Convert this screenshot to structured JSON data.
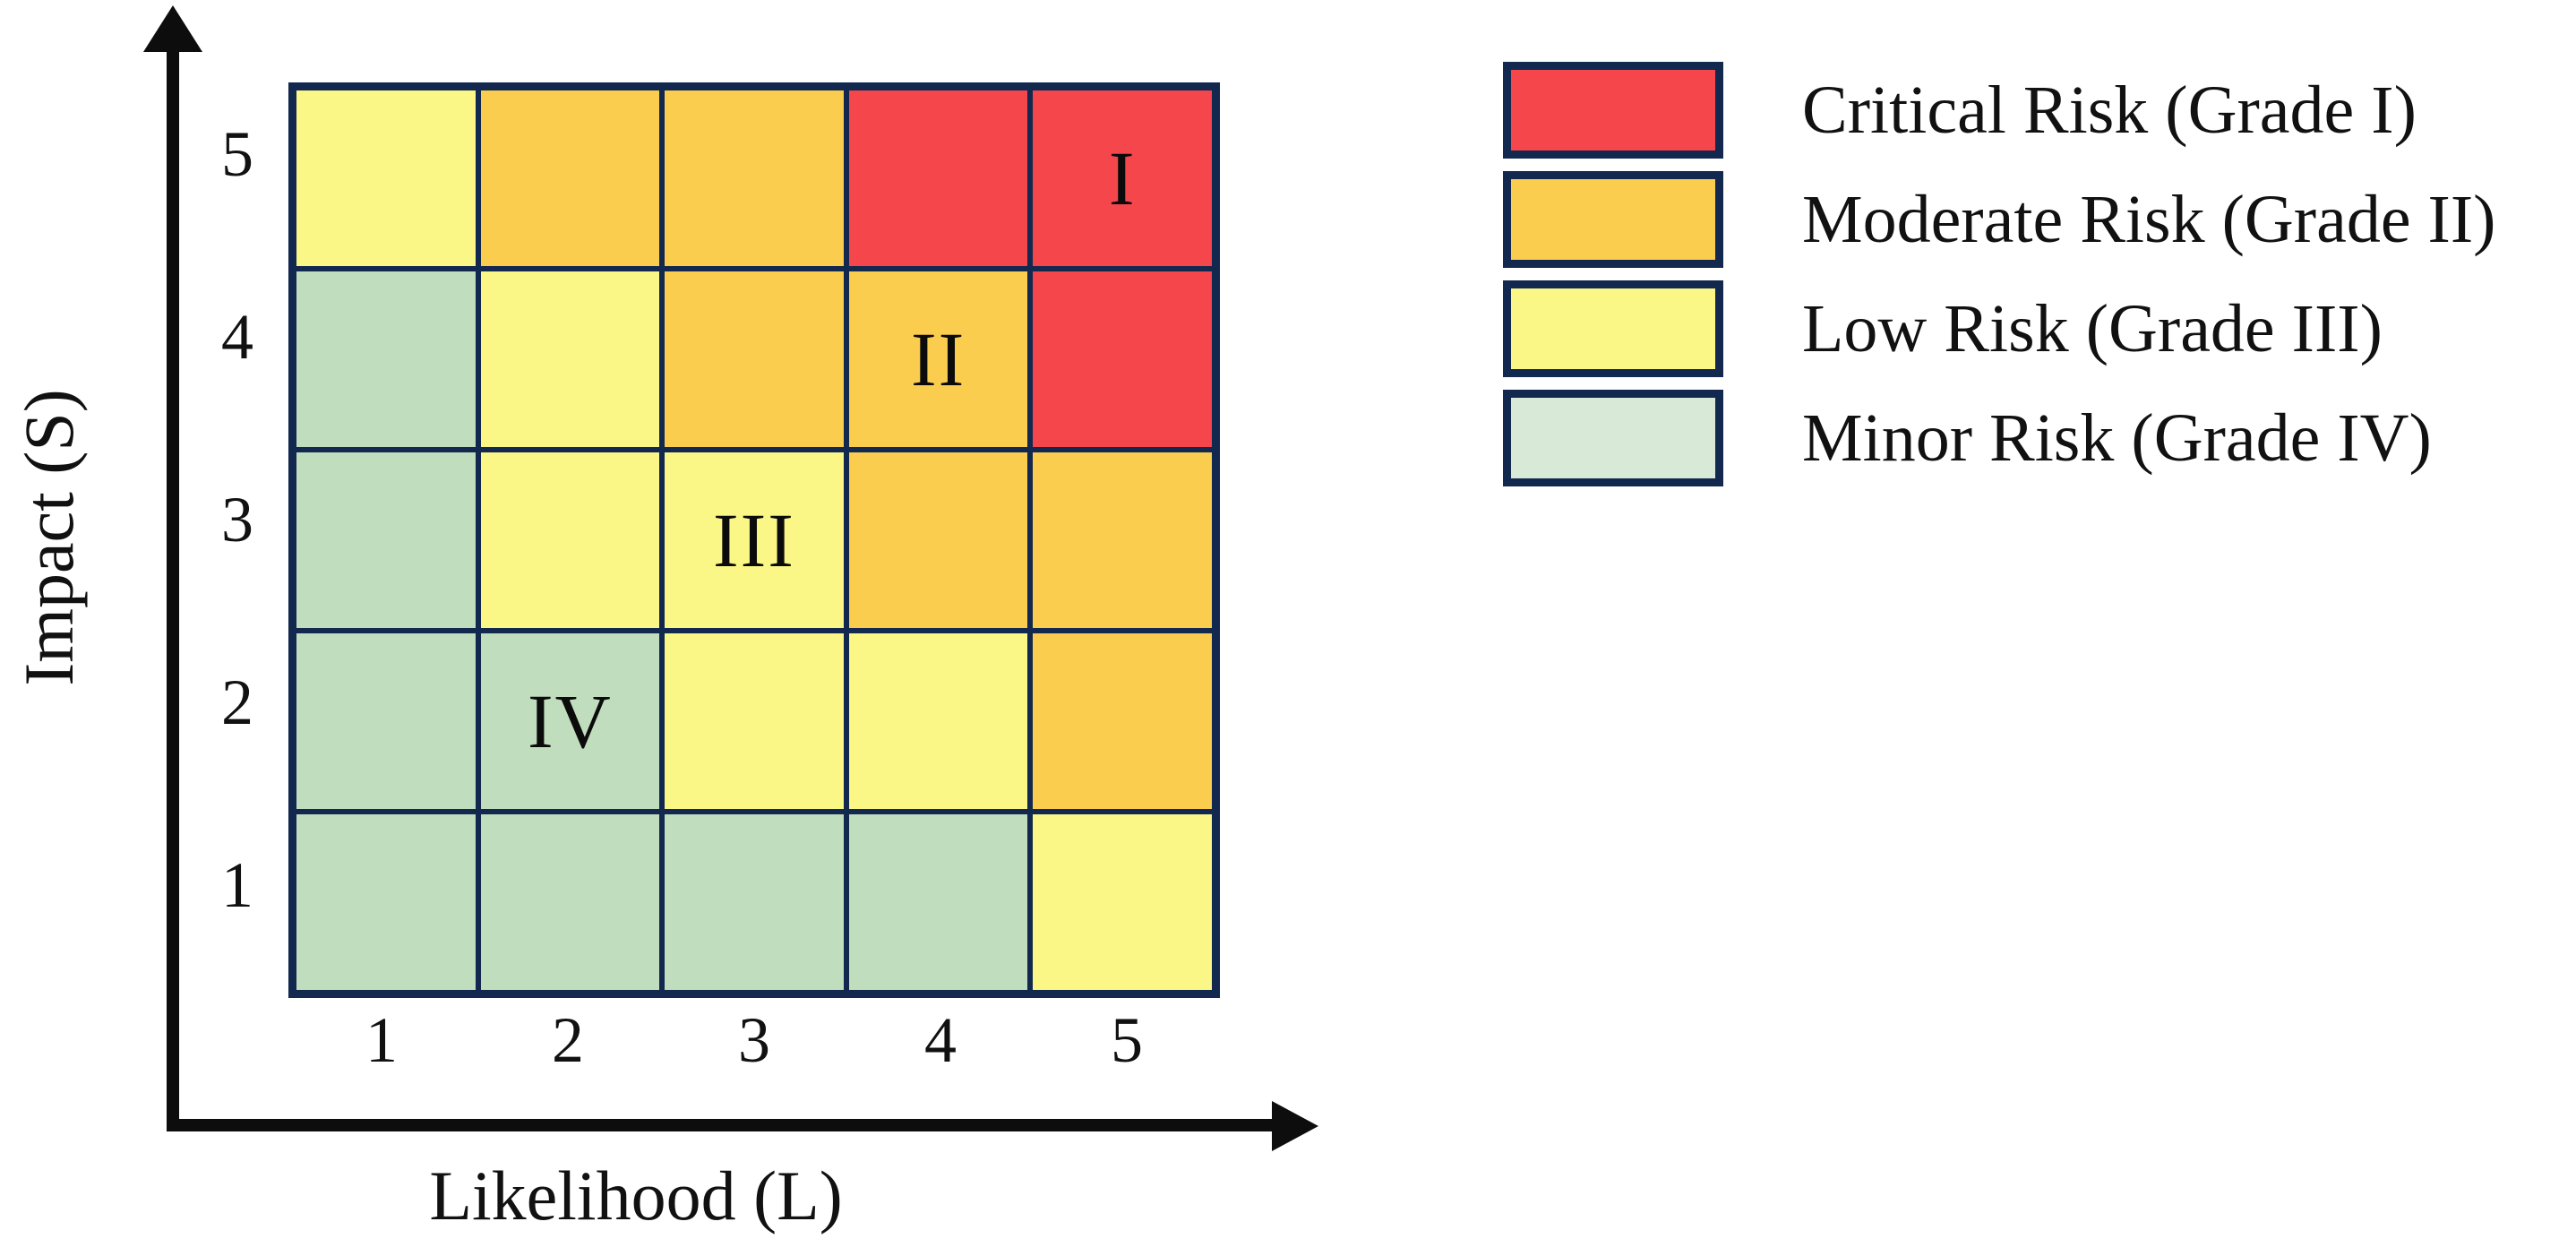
{
  "chart_data": {
    "type": "heatmap",
    "title": "",
    "xlabel": "Likelihood (L)",
    "ylabel": "Impact (S)",
    "x_ticks": [
      "1",
      "2",
      "3",
      "4",
      "5"
    ],
    "y_ticks": [
      "5",
      "4",
      "3",
      "2",
      "1"
    ],
    "x_categories": [
      1,
      2,
      3,
      4,
      5
    ],
    "y_categories": [
      5,
      4,
      3,
      2,
      1
    ],
    "grid": true,
    "legend_position": "right",
    "grades": {
      "I": "Critical Risk",
      "II": "Moderate Risk",
      "III": "Low Risk",
      "IV": "Minor Risk"
    },
    "colors": {
      "critical": "#F4464B",
      "moderate": "#FACD4F",
      "low": "#FAF787",
      "minor": "#C0DDBE",
      "minor_legend": "#D9E9D8",
      "border": "#12284F",
      "axis": "#0D0D0D",
      "text": "#111111"
    },
    "rows": [
      {
        "impact": "5",
        "cells": [
          {
            "likelihood": "1",
            "grade": "III",
            "color": "#FAF787",
            "marker": ""
          },
          {
            "likelihood": "2",
            "grade": "II",
            "color": "#FACD4F",
            "marker": ""
          },
          {
            "likelihood": "3",
            "grade": "II",
            "color": "#FACD4F",
            "marker": ""
          },
          {
            "likelihood": "4",
            "grade": "I",
            "color": "#F4464B",
            "marker": ""
          },
          {
            "likelihood": "5",
            "grade": "I",
            "color": "#F4464B",
            "marker": "I"
          }
        ]
      },
      {
        "impact": "4",
        "cells": [
          {
            "likelihood": "1",
            "grade": "IV",
            "color": "#C0DDBE",
            "marker": ""
          },
          {
            "likelihood": "2",
            "grade": "III",
            "color": "#FAF787",
            "marker": ""
          },
          {
            "likelihood": "3",
            "grade": "II",
            "color": "#FACD4F",
            "marker": ""
          },
          {
            "likelihood": "4",
            "grade": "II",
            "color": "#FACD4F",
            "marker": "II"
          },
          {
            "likelihood": "5",
            "grade": "I",
            "color": "#F4464B",
            "marker": ""
          }
        ]
      },
      {
        "impact": "3",
        "cells": [
          {
            "likelihood": "1",
            "grade": "IV",
            "color": "#C0DDBE",
            "marker": ""
          },
          {
            "likelihood": "2",
            "grade": "III",
            "color": "#FAF787",
            "marker": ""
          },
          {
            "likelihood": "3",
            "grade": "III",
            "color": "#FAF787",
            "marker": "III"
          },
          {
            "likelihood": "4",
            "grade": "II",
            "color": "#FACD4F",
            "marker": ""
          },
          {
            "likelihood": "5",
            "grade": "II",
            "color": "#FACD4F",
            "marker": ""
          }
        ]
      },
      {
        "impact": "2",
        "cells": [
          {
            "likelihood": "1",
            "grade": "IV",
            "color": "#C0DDBE",
            "marker": ""
          },
          {
            "likelihood": "2",
            "grade": "IV",
            "color": "#C0DDBE",
            "marker": "IV"
          },
          {
            "likelihood": "3",
            "grade": "III",
            "color": "#FAF787",
            "marker": ""
          },
          {
            "likelihood": "4",
            "grade": "III",
            "color": "#FAF787",
            "marker": ""
          },
          {
            "likelihood": "5",
            "grade": "II",
            "color": "#FACD4F",
            "marker": ""
          }
        ]
      },
      {
        "impact": "1",
        "cells": [
          {
            "likelihood": "1",
            "grade": "IV",
            "color": "#C0DDBE",
            "marker": ""
          },
          {
            "likelihood": "2",
            "grade": "IV",
            "color": "#C0DDBE",
            "marker": ""
          },
          {
            "likelihood": "3",
            "grade": "IV",
            "color": "#C0DDBE",
            "marker": ""
          },
          {
            "likelihood": "4",
            "grade": "IV",
            "color": "#C0DDBE",
            "marker": ""
          },
          {
            "likelihood": "5",
            "grade": "III",
            "color": "#FAF787",
            "marker": ""
          }
        ]
      }
    ],
    "legend": [
      {
        "label": "Critical Risk (Grade I)",
        "color": "#F4464B"
      },
      {
        "label": "Moderate Risk (Grade II)",
        "color": "#FACD4F"
      },
      {
        "label": "Low Risk (Grade III)",
        "color": "#FAF787"
      },
      {
        "label": "Minor Risk (Grade IV)",
        "color": "#D9E9D8"
      }
    ]
  }
}
